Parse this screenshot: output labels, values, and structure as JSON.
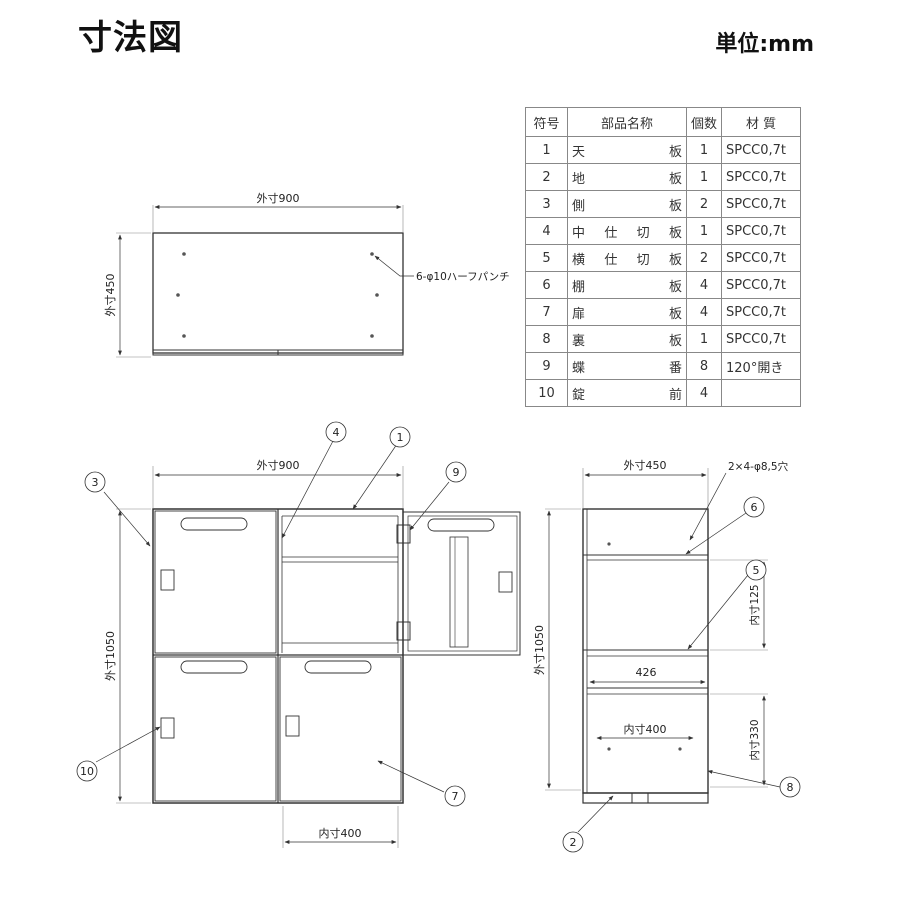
{
  "page": {
    "title": "寸法図",
    "unit": "単位:mm"
  },
  "parts_table": {
    "headers": {
      "no": "符号",
      "name": "部品名称",
      "qty": "個数",
      "material": "材 質"
    },
    "rows": [
      {
        "no": "1",
        "name_parts": [
          "天",
          "板"
        ],
        "qty": "1",
        "material": "SPCC0,7t"
      },
      {
        "no": "2",
        "name_parts": [
          "地",
          "板"
        ],
        "qty": "1",
        "material": "SPCC0,7t"
      },
      {
        "no": "3",
        "name_parts": [
          "側",
          "板"
        ],
        "qty": "2",
        "material": "SPCC0,7t"
      },
      {
        "no": "4",
        "name_parts": [
          "中",
          "仕",
          "切",
          "板"
        ],
        "qty": "1",
        "material": "SPCC0,7t"
      },
      {
        "no": "5",
        "name_parts": [
          "横",
          "仕",
          "切",
          "板"
        ],
        "qty": "2",
        "material": "SPCC0,7t"
      },
      {
        "no": "6",
        "name_parts": [
          "棚",
          "板"
        ],
        "qty": "4",
        "material": "SPCC0,7t"
      },
      {
        "no": "7",
        "name_parts": [
          "扉",
          "板"
        ],
        "qty": "4",
        "material": "SPCC0,7t"
      },
      {
        "no": "8",
        "name_parts": [
          "裏",
          "板"
        ],
        "qty": "1",
        "material": "SPCC0,7t"
      },
      {
        "no": "9",
        "name_parts": [
          "蝶",
          "番"
        ],
        "qty": "8",
        "material": "120°開き"
      },
      {
        "no": "10",
        "name_parts": [
          "錠",
          "前"
        ],
        "qty": "4",
        "material": ""
      }
    ]
  },
  "top_view": {
    "width_label": "外寸900",
    "depth_label": "外寸450",
    "hole_note": "6-φ10ハーフパンチ"
  },
  "front_view": {
    "width_label": "外寸900",
    "height_label": "外寸1050",
    "inner_width_label": "内寸400",
    "callouts": [
      "1",
      "3",
      "4",
      "7",
      "9",
      "10"
    ]
  },
  "side_view": {
    "width_label": "外寸450",
    "height_label": "外寸1050",
    "hole_note": "2×4-φ8,5穴",
    "inner_125_label": "内寸125",
    "inner_330_label": "内寸330",
    "inner_400_label": "内寸400",
    "depth_426_label": "426",
    "callouts": [
      "2",
      "5",
      "6",
      "8"
    ]
  }
}
